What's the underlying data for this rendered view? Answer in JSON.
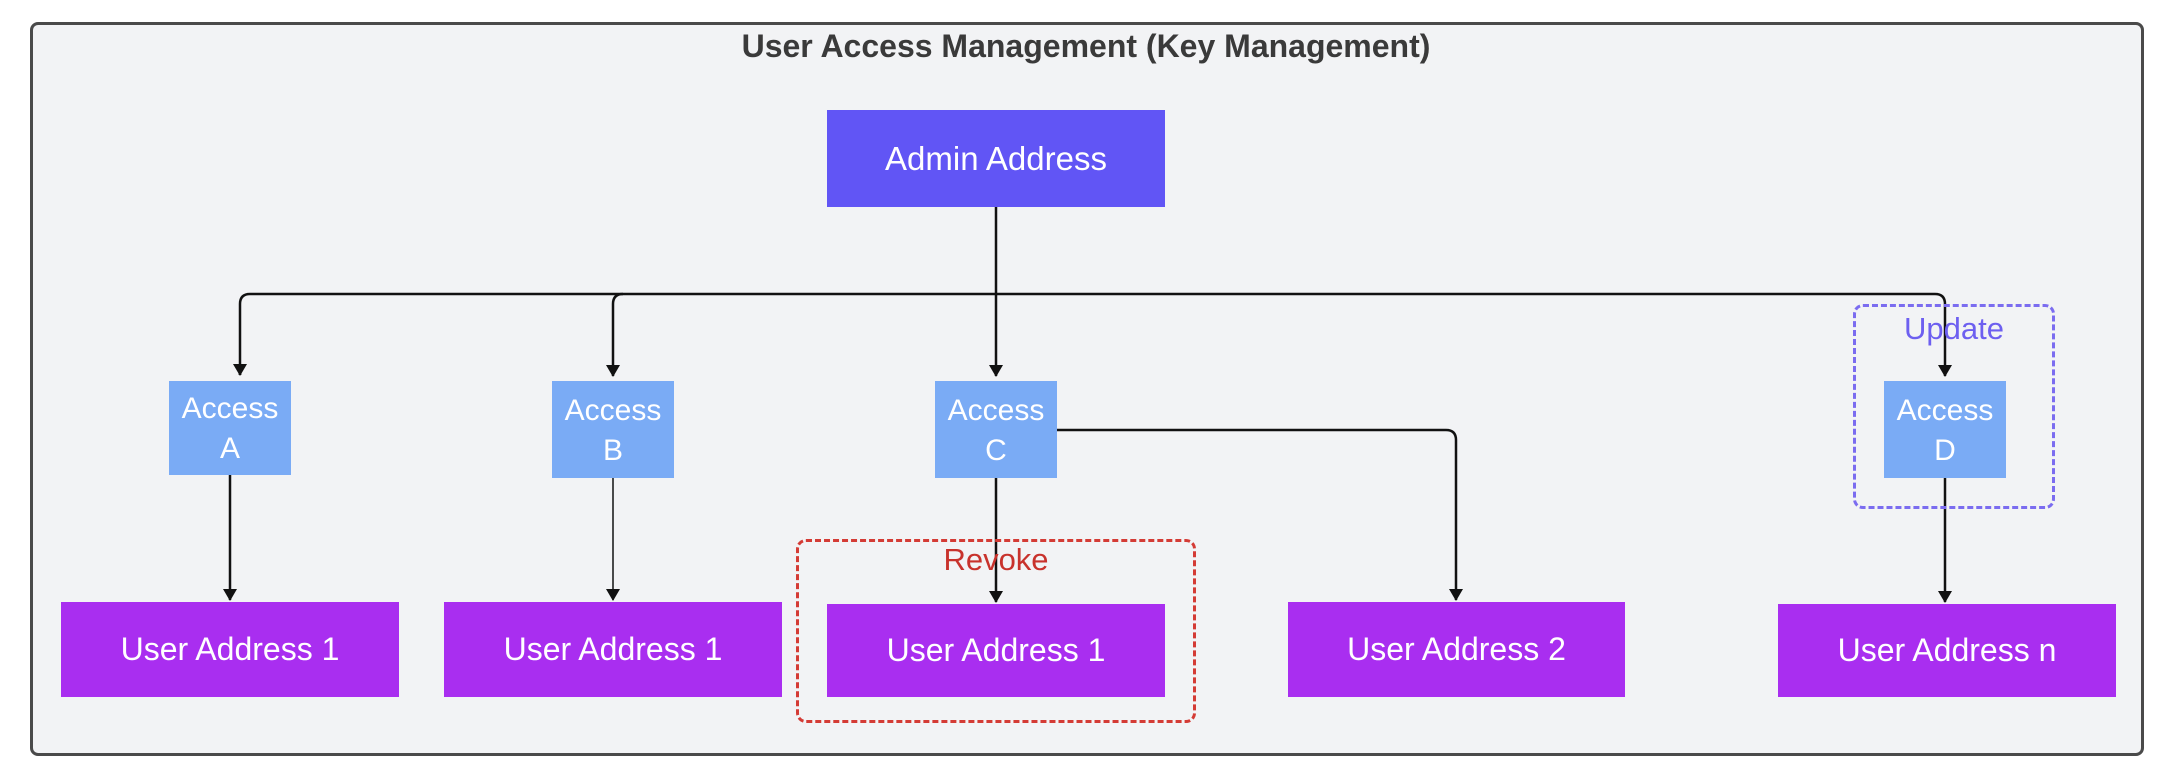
{
  "diagram": {
    "title": "User Access Management (Key Management)",
    "admin": "Admin Address",
    "access": [
      {
        "line1": "Access",
        "line2": "A"
      },
      {
        "line1": "Access",
        "line2": "B"
      },
      {
        "line1": "Access",
        "line2": "C"
      },
      {
        "line1": "Access",
        "line2": "D"
      }
    ],
    "users": [
      "User Address 1",
      "User Address 1",
      "User Address 1",
      "User Address 2",
      "User Address n"
    ],
    "groups": {
      "revoke": "Revoke",
      "update": "Update"
    },
    "colors": {
      "admin": "#6155f5",
      "access": "#7aabf5",
      "user": "#a92ef0",
      "revoke": "#d43b35",
      "update": "#7b6cf0",
      "background": "#f2f3f5"
    }
  }
}
